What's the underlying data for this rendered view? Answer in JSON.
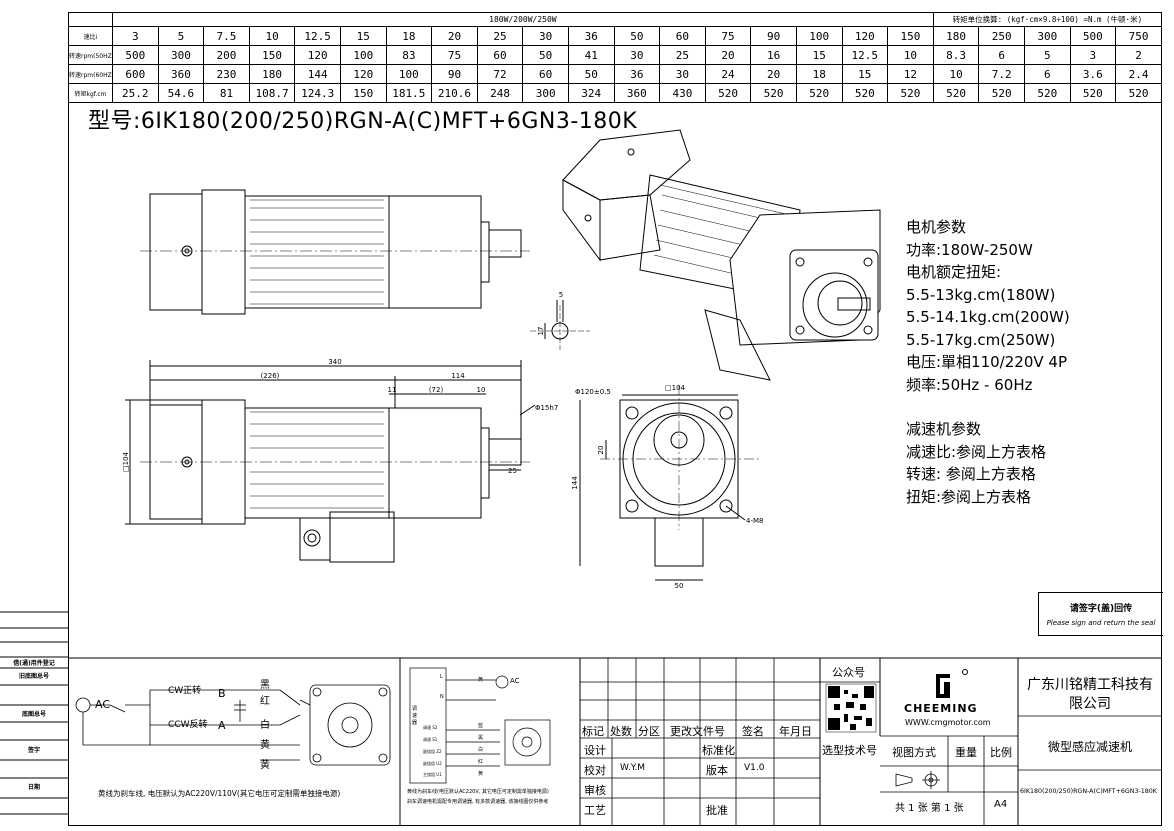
{
  "spec_table": {
    "header_center": "180W/200W/250W",
    "header_right": "转矩单位换算:  (kgf·cm×9.8÷100) =N.m (牛顿·米)",
    "rows": [
      {
        "label": "速比i",
        "values": [
          "3",
          "5",
          "7.5",
          "10",
          "12.5",
          "15",
          "18",
          "20",
          "25",
          "30",
          "36",
          "50",
          "60",
          "75",
          "90",
          "100",
          "120",
          "150",
          "180",
          "250",
          "300",
          "500",
          "750"
        ]
      },
      {
        "label": "转速rpm(50HZ)",
        "values": [
          "500",
          "300",
          "200",
          "150",
          "120",
          "100",
          "83",
          "75",
          "60",
          "50",
          "41",
          "30",
          "25",
          "20",
          "16",
          "15",
          "12.5",
          "10",
          "8.3",
          "6",
          "5",
          "3",
          "2"
        ]
      },
      {
        "label": "转速rpm(60HZ)",
        "values": [
          "600",
          "360",
          "230",
          "180",
          "144",
          "120",
          "100",
          "90",
          "72",
          "60",
          "50",
          "36",
          "30",
          "24",
          "20",
          "18",
          "15",
          "12",
          "10",
          "7.2",
          "6",
          "3.6",
          "2.4"
        ]
      },
      {
        "label": "转矩kgf.cm",
        "values": [
          "25.2",
          "54.6",
          "81",
          "108.7",
          "124.3",
          "150",
          "181.5",
          "210.6",
          "248",
          "300",
          "324",
          "360",
          "430",
          "520",
          "520",
          "520",
          "520",
          "520",
          "520",
          "520",
          "520",
          "520",
          "520"
        ]
      }
    ]
  },
  "model": "型号:6IK180(200/250)RGN-A(C)MFT+6GN3-180K",
  "motor_params": {
    "title": "电机参数",
    "power": "功率:180W-250W",
    "torque_title": "电机额定扭矩:",
    "torque_180": "5.5-13kg.cm(180W)",
    "torque_200": "5.5-14.1kg.cm(200W)",
    "torque_250": "5.5-17kg.cm(250W)",
    "voltage": "电压:單相110/220V 4P",
    "frequency": "频率:50Hz - 60Hz"
  },
  "reducer_params": {
    "title": "减速机参数",
    "ratio": "减速比:参阅上方表格",
    "speed": "转速: 参阅上方表格",
    "torque": "扭矩:参阅上方表格"
  },
  "dimensions": {
    "total": "340",
    "motor": "(226)",
    "gear": "114",
    "gap": "11",
    "gear_body": "(72)",
    "flange": "10",
    "shaft_dia": "Φ15h7",
    "shaft_len": "25",
    "square": "□104",
    "key_w": "5",
    "key_h": "17",
    "pilot": "Φ120±0.5",
    "front_square": "□104",
    "offset": "20",
    "height": "144",
    "holes": "4-M8",
    "box": "50"
  },
  "wiring": {
    "ac": "AC",
    "cw": "CW正转",
    "ccw": "CCW反转",
    "b": "B",
    "a": "A",
    "black": "黑",
    "red": "红",
    "white": "白",
    "yellow1": "黄",
    "yellow2": "黄",
    "note": "黄线为刹车线, 电压默认为AC220V/110V(其它电压可定制需单独接电源)"
  },
  "controller": {
    "ac": "AC",
    "l": "L",
    "n": "N",
    "label": "调速器",
    "pins": [
      "黄",
      "蓝",
      "黑",
      "白",
      "红",
      "黄"
    ],
    "pin_labels": [
      "调速 S2",
      "调速 S1",
      "副绕组 Z2",
      "副绕组 U2",
      "主绕组 U1"
    ],
    "note1": "黄线为刹车线(电压默认AC220V, 其它电压可定制需单独接电源)",
    "note2": "刹车调速电机需配专用调速器, 有多款调速器, 该接线图仅供参考"
  },
  "title_block": {
    "marks": [
      "标记",
      "处数",
      "分区",
      "更改文件号",
      "签名",
      "年月日"
    ],
    "design": "设计",
    "standard": "标准化",
    "check": "校对",
    "checker": "W.Y.M",
    "version_label": "版本",
    "version": "V1.0",
    "review": "审核",
    "process": "工艺",
    "approve": "批准",
    "public_account": "公众号",
    "tech_support": "选型技术号",
    "brand": "CHEEMING",
    "website": "WWW.cmgmotor.com",
    "company": "广东川铭精工科技有限公司",
    "product": "微型感应减速机",
    "view": "视图方式",
    "weight": "重量",
    "scale": "比例",
    "sheets": "共 1 张 第 1 张",
    "size": "A4",
    "drawing_no": "6IK180(200/250)RGN-A(C)MFT+6GN3-180K"
  },
  "left_strip": {
    "items": [
      "借(通)用件登记",
      "旧底图总号",
      "底图总号",
      "签字",
      "日期"
    ]
  },
  "signature": {
    "title": "请签字(盖)回传",
    "line": "Please sign and return the seal"
  }
}
